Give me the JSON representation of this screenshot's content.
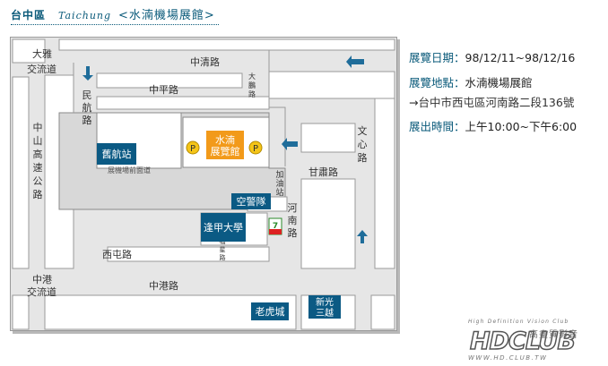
{
  "header": {
    "region": "台中區",
    "city": "Taichung",
    "venue": "<水湳機場展館>"
  },
  "info": {
    "date_label": "展覽日期：",
    "date_value": "98/12/11~98/12/16",
    "place_label": "展覽地點：",
    "place_value": "水湳機場展館",
    "address": "→台中市西屯區河南路二段136號",
    "time_label": "展出時間：",
    "time_value": "上午10:00~下午6:00"
  },
  "map": {
    "roads": {
      "zhongqing": "中清路",
      "zhongping": "中平路",
      "minhang": "民航路",
      "daxiang": "大鵬路",
      "wenxin": "文心路",
      "ganlin": "甘肅路",
      "henan": "河南路",
      "zhongshan_hwy": "中山高速公路",
      "xitun": "西屯路",
      "zhonggang": "中港路",
      "airport_road": "展機場前面道",
      "fengjia_road": "福星路"
    },
    "labels": {
      "daya": "大雅",
      "daya_ramp": "交流道",
      "zhonggang_top": "中港",
      "zhonggang_ramp": "交流道",
      "gas": "加油站"
    },
    "boxes": {
      "venue": "水湳\n展覽館",
      "old_terminal": "舊航站",
      "police": "空警隊",
      "fengchia": "逢甲大學",
      "tiger_city": "老虎城",
      "shin_kong": "新光\n三越",
      "parking": "P",
      "seven": "7"
    }
  },
  "logo": {
    "tagline": "High Definition Vision Club",
    "mark": "HDCLUB",
    "cn": "高畫質影音",
    "url": "WWW.HD.CLUB.TW"
  },
  "colors": {
    "road_label": "#333333",
    "box_blue": "#0b5a84",
    "venue_orange": "#f29a1a",
    "parking_yellow": "#f5c518",
    "arrow_blue": "#1f6d9a"
  }
}
